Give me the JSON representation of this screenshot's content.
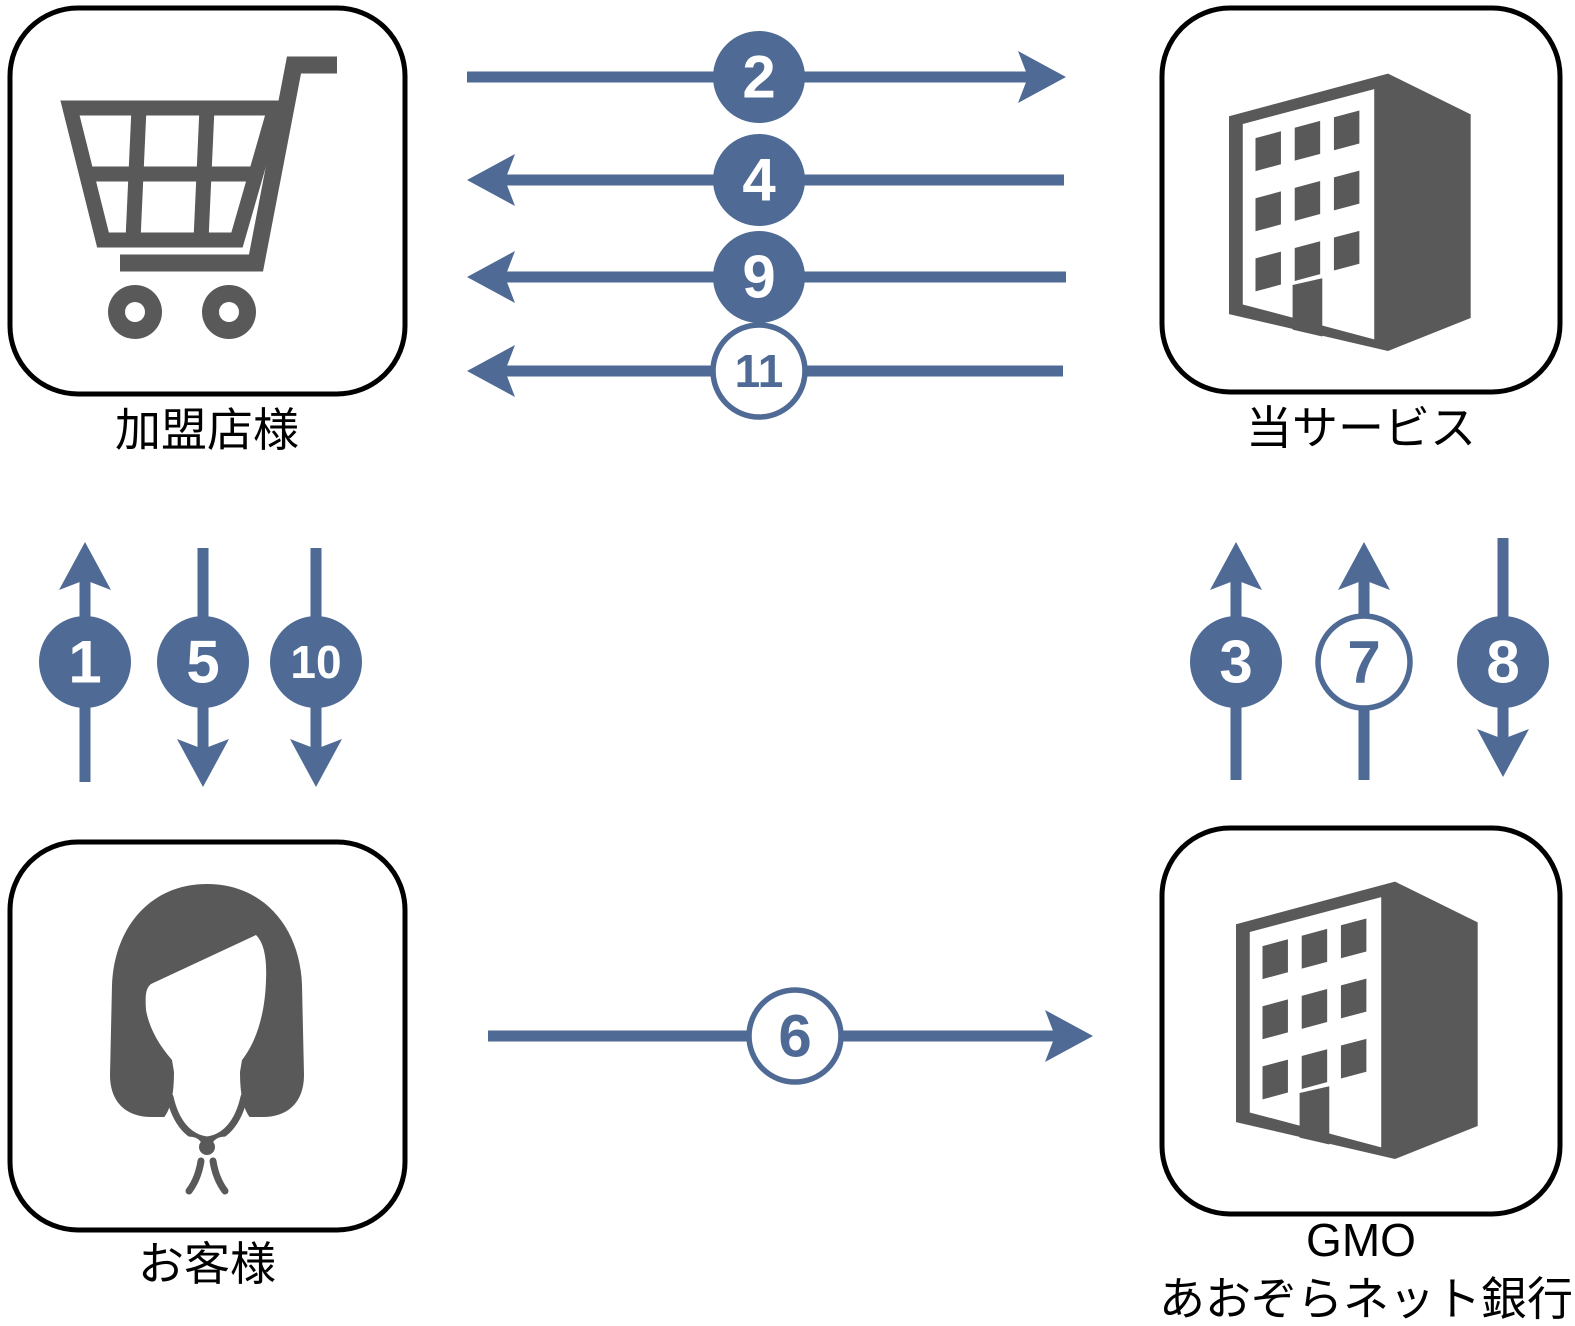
{
  "diagram": {
    "type": "flow-diagram",
    "background_color": "#FFFFFF",
    "accent_color": "#4E6A95",
    "icon_color": "#595959",
    "box_border_color": "#000000",
    "nodes": [
      {
        "id": "merchant",
        "label": "加盟店様",
        "icon": "shopping-cart-icon",
        "position": "top-left"
      },
      {
        "id": "service",
        "label": "当サービス",
        "icon": "office-building-icon",
        "position": "top-right"
      },
      {
        "id": "customer",
        "label": "お客様",
        "icon": "woman-icon",
        "position": "bottom-left"
      },
      {
        "id": "bank",
        "label_line1": "GMO",
        "label_line2": "あおぞらネット銀行",
        "icon": "office-building-icon",
        "position": "bottom-right"
      }
    ],
    "arrows": [
      {
        "step": "2",
        "from": "merchant",
        "to": "service",
        "direction": "right",
        "badge": "filled"
      },
      {
        "step": "4",
        "from": "service",
        "to": "merchant",
        "direction": "left",
        "badge": "filled"
      },
      {
        "step": "9",
        "from": "service",
        "to": "merchant",
        "direction": "left",
        "badge": "filled"
      },
      {
        "step": "11",
        "from": "service",
        "to": "merchant",
        "direction": "left",
        "badge": "outlined"
      },
      {
        "step": "1",
        "from": "customer",
        "to": "merchant",
        "direction": "up",
        "badge": "filled"
      },
      {
        "step": "5",
        "from": "merchant",
        "to": "customer",
        "direction": "down",
        "badge": "filled"
      },
      {
        "step": "10",
        "from": "merchant",
        "to": "customer",
        "direction": "down",
        "badge": "filled"
      },
      {
        "step": "3",
        "from": "bank",
        "to": "service",
        "direction": "up",
        "badge": "filled"
      },
      {
        "step": "7",
        "from": "bank",
        "to": "service",
        "direction": "up",
        "badge": "outlined"
      },
      {
        "step": "8",
        "from": "service",
        "to": "bank",
        "direction": "down",
        "badge": "filled"
      },
      {
        "step": "6",
        "from": "customer",
        "to": "bank",
        "direction": "right",
        "badge": "outlined"
      }
    ]
  }
}
